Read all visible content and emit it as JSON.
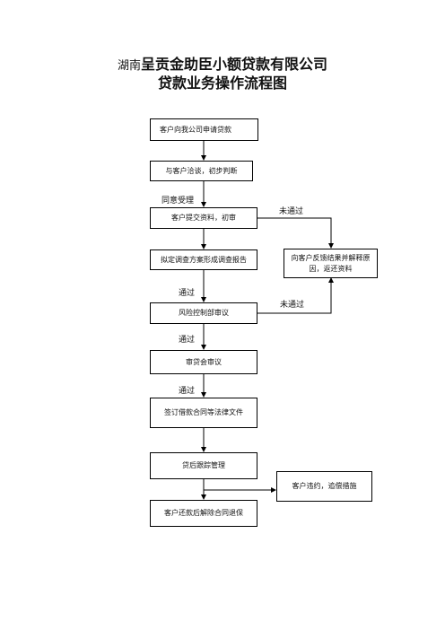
{
  "title": {
    "prefix": "湖南",
    "company": "呈贡金助臣小额贷款有限公司",
    "subtitle": "贷款业务操作流程图"
  },
  "nodes": {
    "apply": "客户向我公司申请贷款",
    "negotiate": "与客户洽谈，初步判断",
    "submit": "客户提交资料，初审",
    "plan": "拟定调查方案形成调查报告",
    "feedback": "向客户反馈结果并解释原因，返还资料",
    "risk_review": "风险控制部审议",
    "committee_review": "审贷会审议",
    "sign": "签订借款合同等法律文件",
    "post_loan": "贷后跟踪管理",
    "default": "客户违约，追偿措施",
    "repay": "客户还款后解除合同退保"
  },
  "edge_labels": {
    "agree_accept": "同意受理",
    "not_passed_1": "未通过",
    "passed_1": "通过",
    "not_passed_2": "未通过",
    "passed_2": "通过",
    "passed_3": "通过"
  }
}
